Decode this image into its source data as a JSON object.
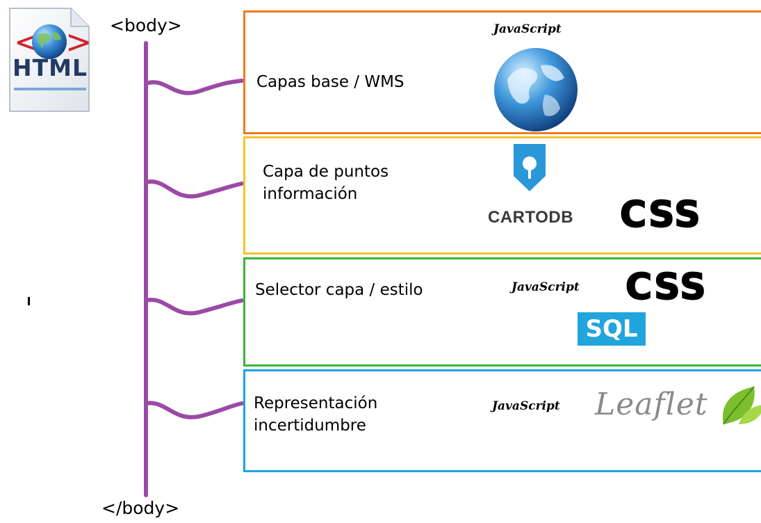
{
  "tags": {
    "open": "<body>",
    "close": "</body>"
  },
  "file_icon": {
    "label": "HTML",
    "icon": "html-file-globe-icon"
  },
  "layers": [
    {
      "label_lines": [
        "Capas base / WMS"
      ],
      "border_color": "#f07a1e",
      "tech": {
        "javascript": "JavaScript",
        "globe": "globe-icon"
      }
    },
    {
      "label_lines": [
        "Capa de puntos",
        "información"
      ],
      "border_color": "#f7c22c",
      "tech": {
        "cartodb": "CARTODB",
        "css": "CSS"
      }
    },
    {
      "label_lines": [
        "Selector capa / estilo"
      ],
      "border_color": "#3ab53a",
      "tech": {
        "javascript": "JavaScript",
        "css": "CSS",
        "sql": "SQL"
      }
    },
    {
      "label_lines": [
        "Representación",
        "incertidumbre"
      ],
      "border_color": "#1ea3e3",
      "tech": {
        "javascript": "JavaScript",
        "leaflet": "Leaflet"
      }
    }
  ],
  "colors": {
    "spine": "#9b4aa5"
  }
}
